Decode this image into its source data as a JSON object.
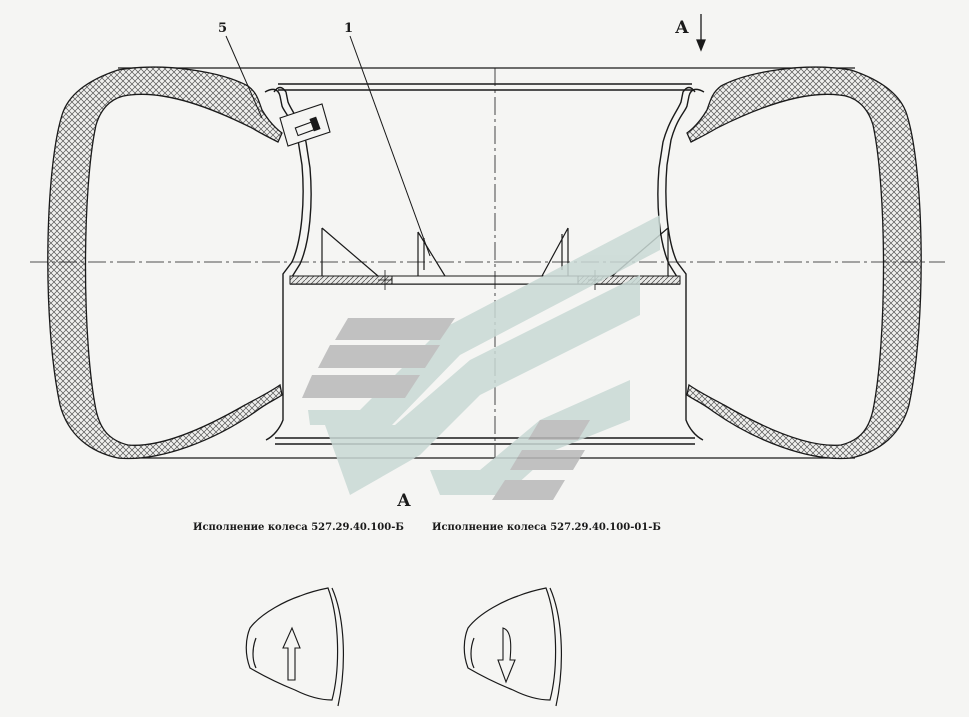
{
  "callouts": {
    "tire": "5",
    "rim": "1"
  },
  "section": {
    "top_letter": "А",
    "bottom_letter": "А"
  },
  "captions": {
    "left": "Исполнение колеса 527.29.40.100-Б",
    "right": "Исполнение колеса 527.29.40.100-01-Б"
  },
  "details": {
    "left_rotation": "up",
    "right_rotation": "down"
  },
  "colors": {
    "line": "#1a1a1a",
    "hatch": "#555555",
    "watermark_gray": "#b9b9b9",
    "watermark_teal": "#c9d9d5",
    "background": "#f5f5f3"
  },
  "watermark": "logo"
}
